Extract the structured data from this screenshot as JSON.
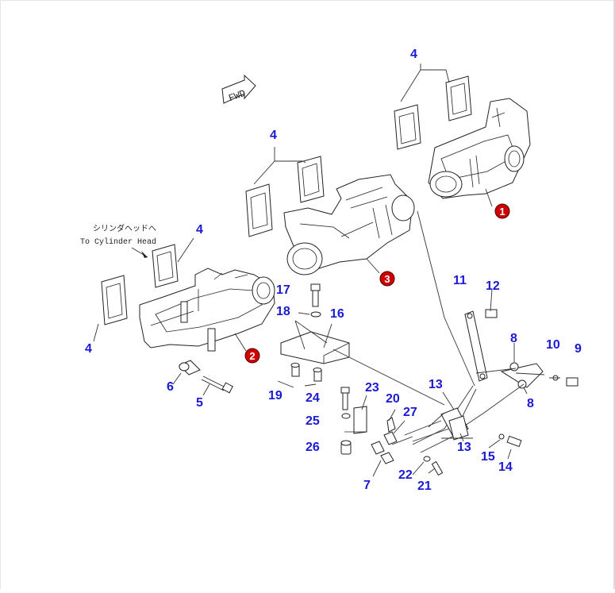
{
  "diagram": {
    "fwd_label": "FWD",
    "note_jp": "シリンダヘッドへ",
    "note_en": "To Cylinder Head",
    "callout_color": "#cc0000",
    "label_color": "#1a1ad6",
    "callouts": {
      "c1": "1",
      "c2": "2",
      "c3": "3"
    },
    "labels": {
      "l4a": "4",
      "l4b": "4",
      "l4c": "4",
      "l4d": "4",
      "l5": "5",
      "l6": "6",
      "l7": "7",
      "l8a": "8",
      "l8b": "8",
      "l9": "9",
      "l10": "10",
      "l11": "11",
      "l12": "12",
      "l13a": "13",
      "l13b": "13",
      "l14": "14",
      "l15": "15",
      "l16": "16",
      "l17": "17",
      "l18": "18",
      "l19": "19",
      "l20": "20",
      "l21": "21",
      "l22": "22",
      "l23": "23",
      "l24": "24",
      "l25": "25",
      "l26": "26",
      "l27": "27"
    }
  }
}
